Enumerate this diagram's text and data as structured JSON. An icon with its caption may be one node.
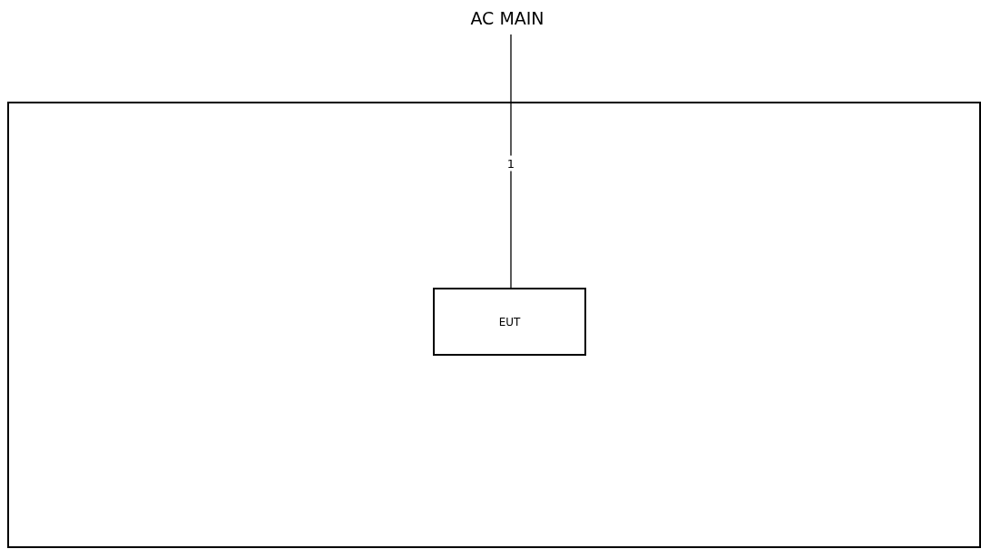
{
  "diagram": {
    "nodes": [
      {
        "text": [
          "AC MAIN"
        ]
      },
      {
        "text": [],
        "shape": "box"
      },
      {
        "text": [
          "EUT"
        ],
        "in": 1
      }
    ],
    "edges": [
      {
        "from": 0,
        "to": 2,
        "arrow": "none",
        "label": "1"
      }
    ]
  }
}
